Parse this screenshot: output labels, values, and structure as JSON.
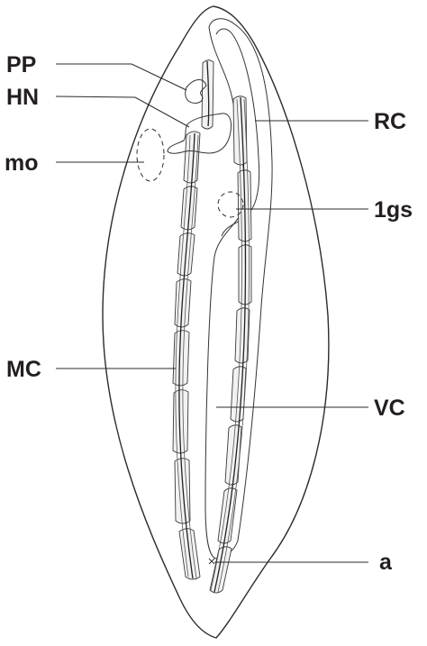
{
  "diagram": {
    "labels": {
      "pp": "PP",
      "hn": "HN",
      "mo": "mo",
      "mc": "MC",
      "rc": "RC",
      "gs": "1gs",
      "vc": "VC",
      "a": "a"
    }
  }
}
